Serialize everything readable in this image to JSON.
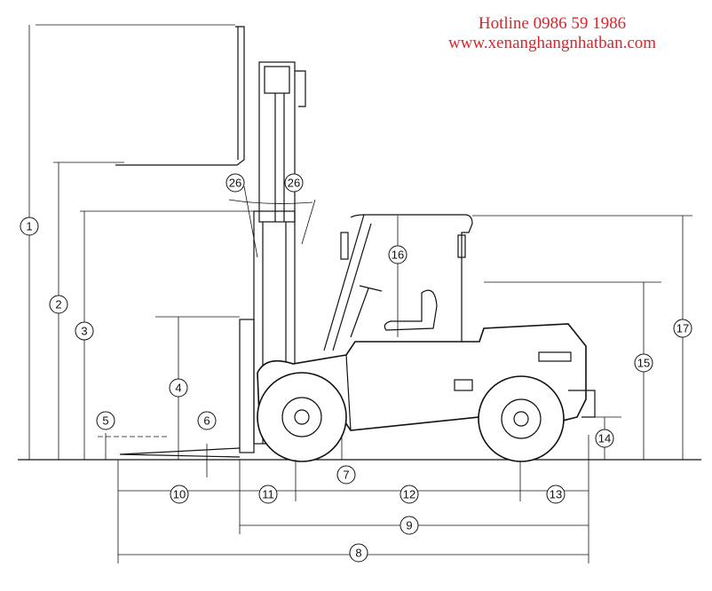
{
  "header": {
    "hotline": "Hotline 0986 59 1986",
    "website": "www.xenanghangnhatban.com"
  },
  "colors": {
    "hotline": "#d9262b",
    "lines": "#111111"
  },
  "dimension_labels": [
    "1",
    "2",
    "3",
    "4",
    "5",
    "6",
    "7",
    "8",
    "9",
    "10",
    "11",
    "12",
    "13",
    "14",
    "15",
    "16",
    "17",
    "26",
    "26"
  ]
}
